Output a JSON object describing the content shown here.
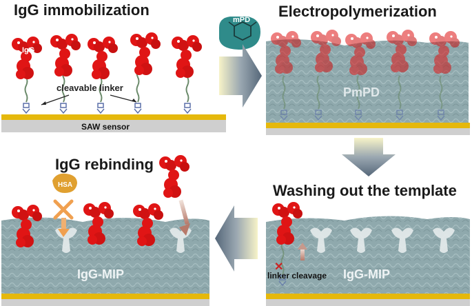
{
  "panels": {
    "immobilization": {
      "title": "IgG immobilization",
      "igg_label": "IgG",
      "linker_label": "cleavable linker",
      "sensor_label": "SAW sensor"
    },
    "electropolymerization": {
      "title": "Electropolymerization",
      "monomer_label": "mPD",
      "polymer_label": "PmPD"
    },
    "washing": {
      "title": "Washing out the template",
      "cleavage_label": "linker cleavage",
      "mip_label": "IgG-MIP"
    },
    "rebinding": {
      "title": "IgG rebinding",
      "hsa_label": "HSA",
      "mip_label": "IgG-MIP"
    }
  },
  "colors": {
    "igg": "#e01515",
    "polymer": "#8fa9ad",
    "gold": "#e5b80c",
    "arrow": "#5f7183",
    "hsa": "#e0a030",
    "reject": "#f0a050"
  }
}
